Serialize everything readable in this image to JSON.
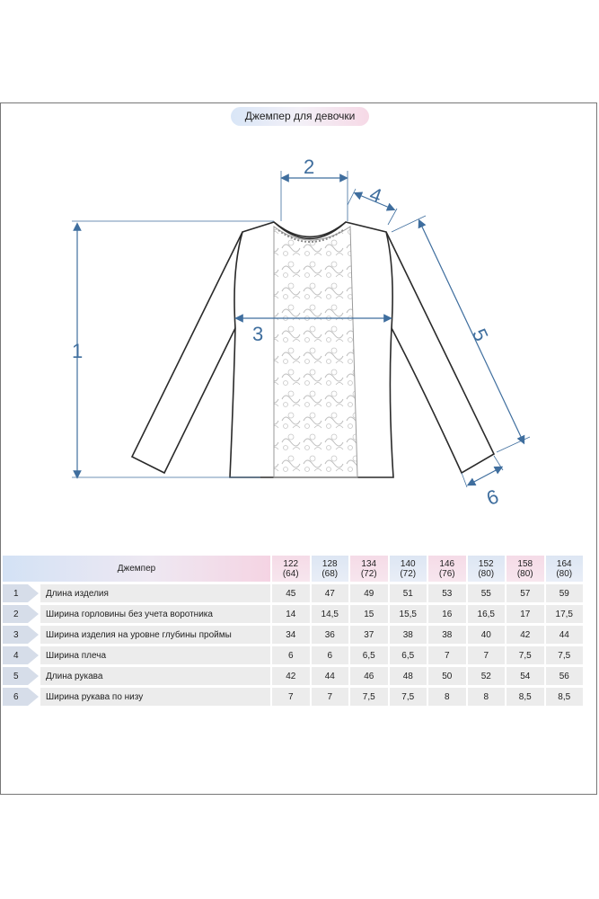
{
  "title": "Джемпер для девочки",
  "drawing": {
    "labels": [
      "1",
      "2",
      "3",
      "4",
      "5",
      "6"
    ]
  },
  "table": {
    "header_label": "Джемпер",
    "sizes": [
      {
        "height": "122",
        "chest": "(64)"
      },
      {
        "height": "128",
        "chest": "(68)"
      },
      {
        "height": "134",
        "chest": "(72)"
      },
      {
        "height": "140",
        "chest": "(72)"
      },
      {
        "height": "146",
        "chest": "(76)"
      },
      {
        "height": "152",
        "chest": "(80)"
      },
      {
        "height": "158",
        "chest": "(80)"
      },
      {
        "height": "164",
        "chest": "(80)"
      }
    ],
    "rows": [
      {
        "num": "1",
        "name": "Длина изделия",
        "values": [
          "45",
          "47",
          "49",
          "51",
          "53",
          "55",
          "57",
          "59"
        ]
      },
      {
        "num": "2",
        "name": "Ширина горловины без учета воротника",
        "values": [
          "14",
          "14,5",
          "15",
          "15,5",
          "16",
          "16,5",
          "17",
          "17,5"
        ]
      },
      {
        "num": "3",
        "name": "Ширина изделия на уровне глубины проймы",
        "values": [
          "34",
          "36",
          "37",
          "38",
          "38",
          "40",
          "42",
          "44"
        ]
      },
      {
        "num": "4",
        "name": "Ширина плеча",
        "values": [
          "6",
          "6",
          "6,5",
          "6,5",
          "7",
          "7",
          "7,5",
          "7,5"
        ]
      },
      {
        "num": "5",
        "name": "Длина рукава",
        "values": [
          "42",
          "44",
          "46",
          "48",
          "50",
          "52",
          "54",
          "56"
        ]
      },
      {
        "num": "6",
        "name": "Ширина рукава по низу",
        "values": [
          "7",
          "7",
          "7,5",
          "7,5",
          "8",
          "8",
          "8,5",
          "8,5"
        ]
      }
    ]
  },
  "colors": {
    "measure_blue": "#3f6e9e",
    "outline": "#2a2a2a",
    "row_bg": "#ececec",
    "badge_bg": "#d6dde9"
  }
}
